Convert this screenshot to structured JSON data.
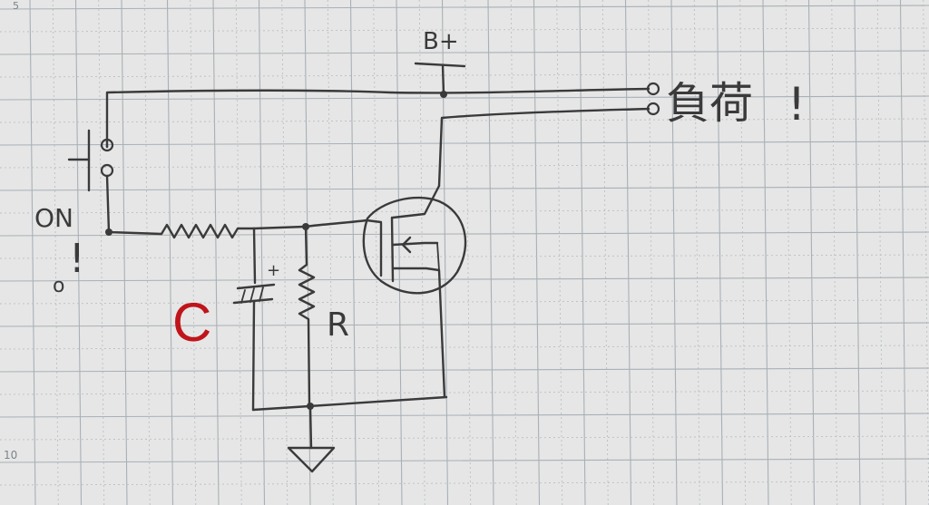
{
  "page": {
    "margin_numbers": [
      "5",
      "10"
    ]
  },
  "labels": {
    "supply": "B+",
    "load": "負荷",
    "load_mark": "!",
    "switch": "ON",
    "switch_mark": "!",
    "switch_dot": "o",
    "capacitor_plus": "+",
    "capacitor": "C",
    "resistor": "R"
  },
  "colors": {
    "paper": "#e6e6e6",
    "grid_major": "#a8b0b6",
    "grid_minor": "#b9c0c4",
    "ink": "#3a3a3a",
    "capacitor_label": "#c0141b"
  }
}
